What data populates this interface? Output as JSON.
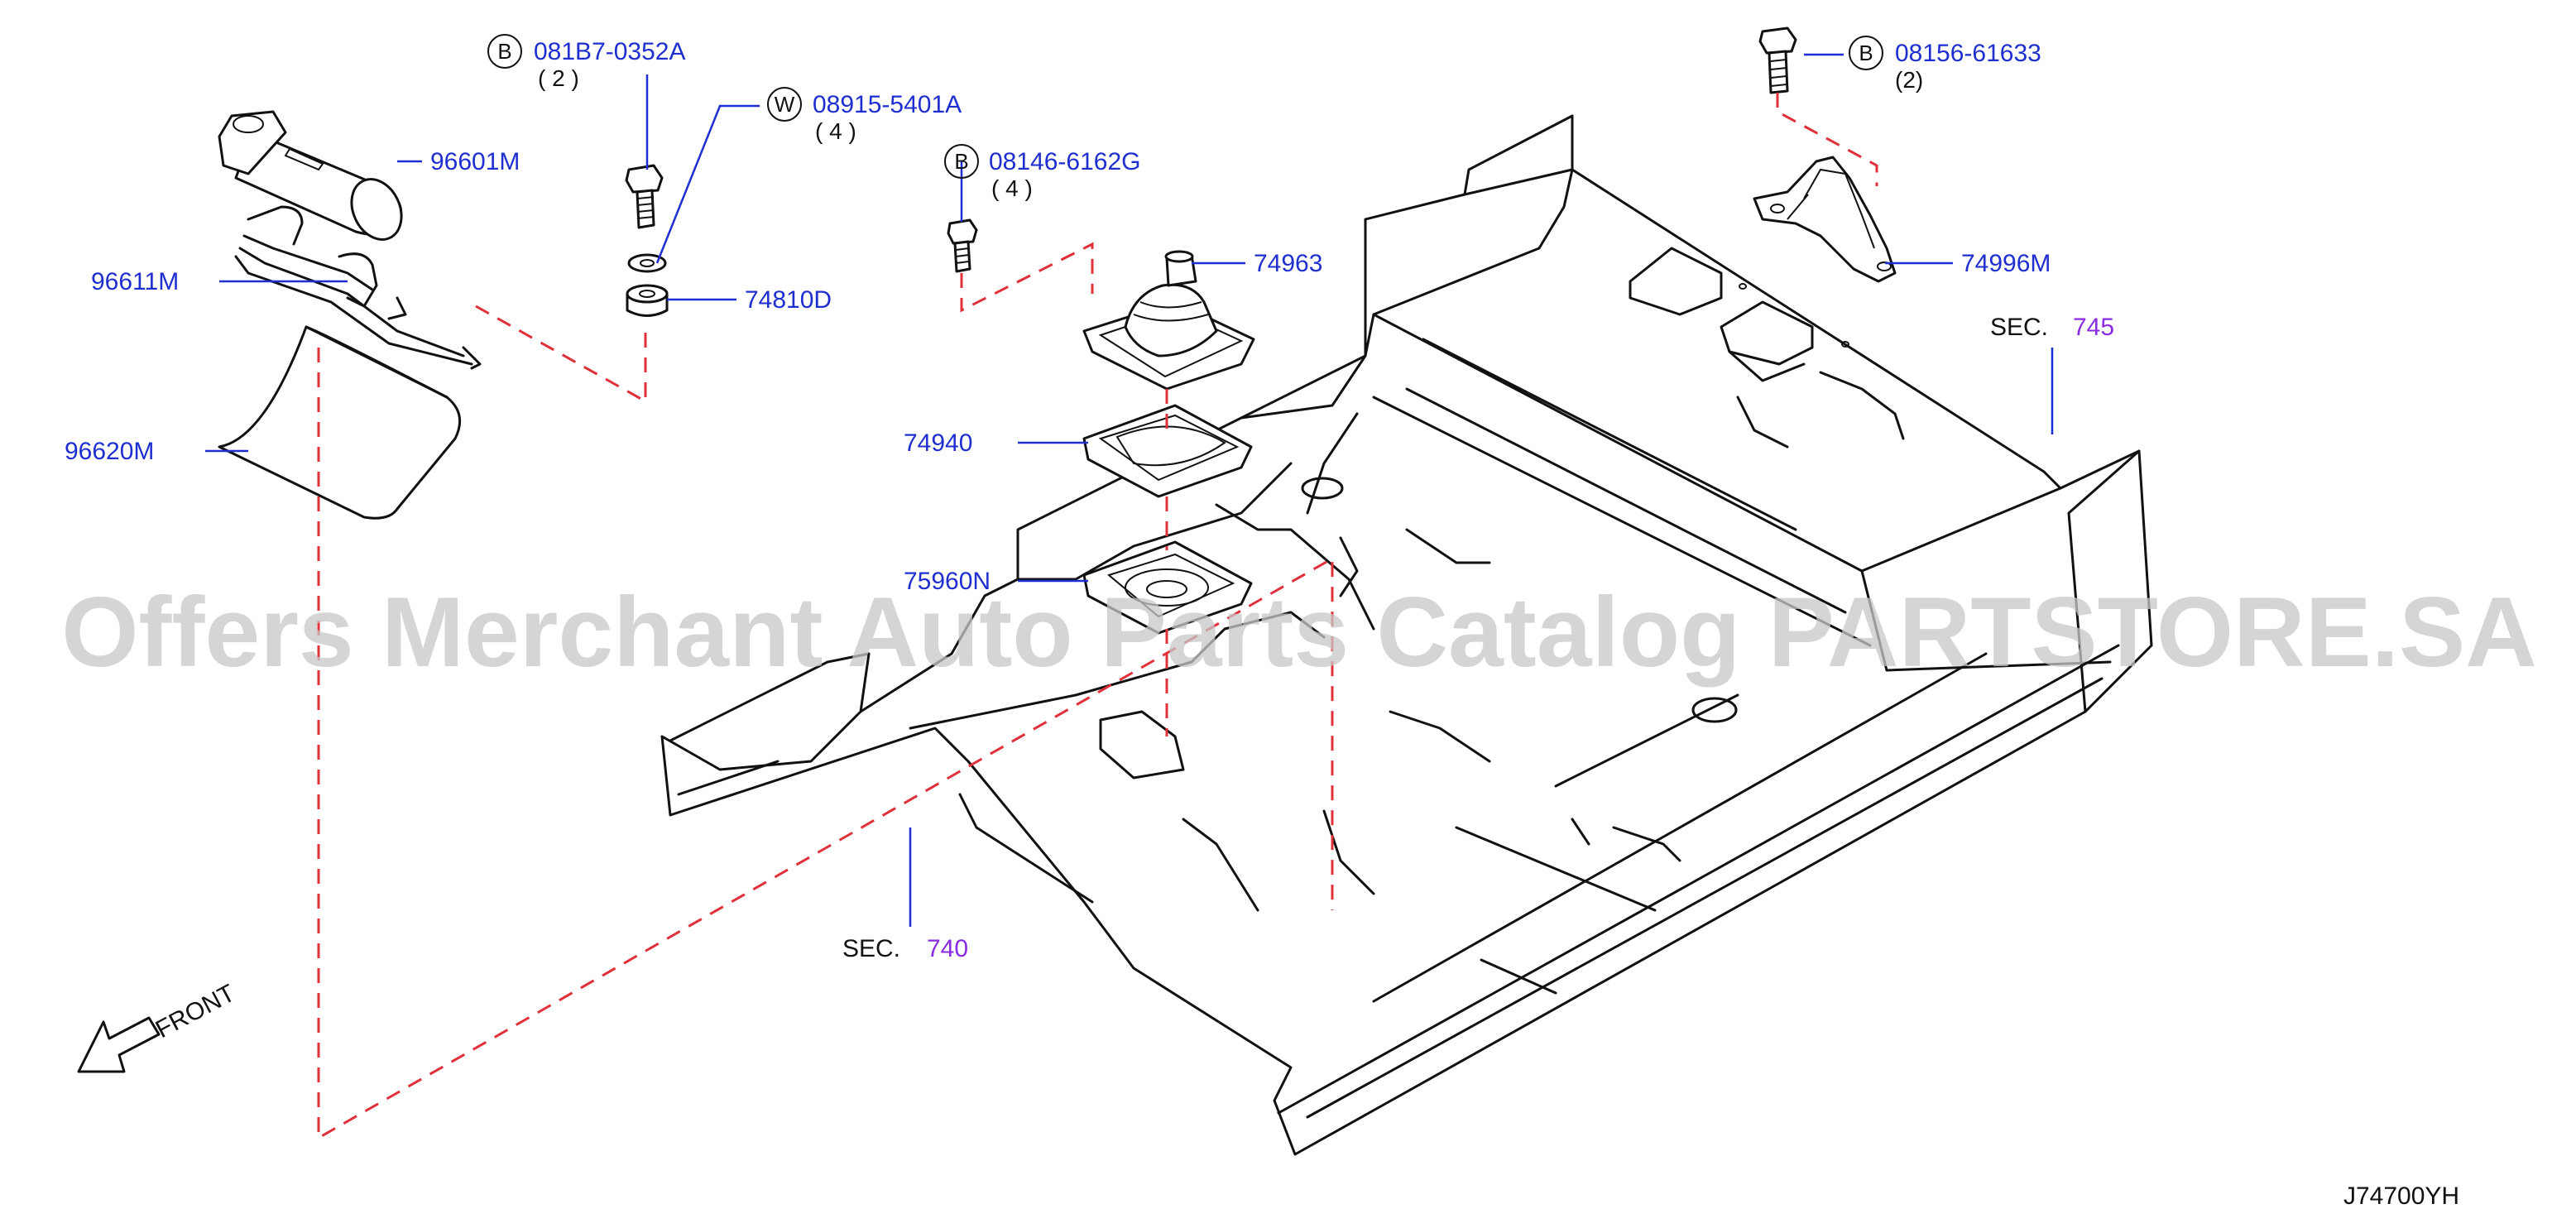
{
  "watermark": "Offers Merchant Auto Parts Catalog PARTSTORE.SA",
  "diagram_code": "J74700YH",
  "front_label": "FRONT",
  "callouts": {
    "bolt_081b7": {
      "prefix": "B",
      "part": "081B7-0352A",
      "qty": "( 2 )"
    },
    "washer_08915": {
      "prefix": "W",
      "part": "08915-5401A",
      "qty": "( 4 )"
    },
    "bolt_08146": {
      "prefix": "B",
      "part": "08146-6162G",
      "qty": "( 4 )"
    },
    "bolt_08156": {
      "prefix": "B",
      "part": "08156-61633",
      "qty": "(2)"
    }
  },
  "parts": {
    "p96601M": "96601M",
    "p96611M": "96611M",
    "p96620M": "96620M",
    "p74810D": "74810D",
    "p74963": "74963",
    "p74940": "74940",
    "p75960N": "75960N",
    "p74996M": "74996M"
  },
  "sections": {
    "sec745": {
      "label": "SEC.",
      "number": "745"
    },
    "sec740": {
      "label": "SEC.",
      "number": "740"
    }
  },
  "colors": {
    "part_number": "#1f2fcf",
    "section_number": "#8a2be2",
    "assembly_dash": "#e0303a",
    "watermark": "#c8c8c8"
  }
}
